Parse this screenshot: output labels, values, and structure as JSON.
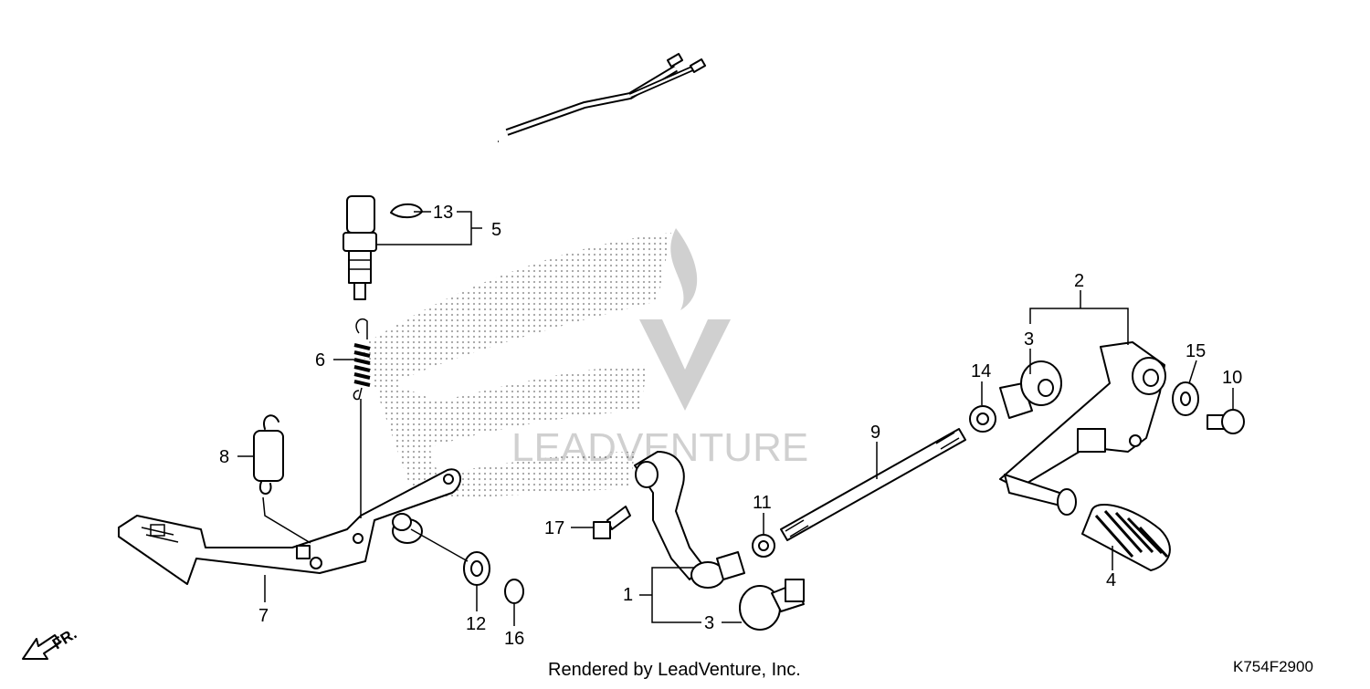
{
  "diagram": {
    "callouts": {
      "c1": "1",
      "c2": "2",
      "c3a": "3",
      "c3b": "3",
      "c4": "4",
      "c5": "5",
      "c6": "6",
      "c7": "7",
      "c8": "8",
      "c9": "9",
      "c10": "10",
      "c11": "11",
      "c12": "12",
      "c13": "13",
      "c14": "14",
      "c15": "15",
      "c16": "16",
      "c17": "17"
    },
    "direction_label": "FR.",
    "watermark_text": "LEADVENTURE",
    "footer_credit": "Rendered by LeadVenture, Inc.",
    "diagram_code": "K754F2900"
  },
  "colors": {
    "ink": "#000000",
    "background": "#ffffff",
    "watermark": "#d9d9d9"
  }
}
